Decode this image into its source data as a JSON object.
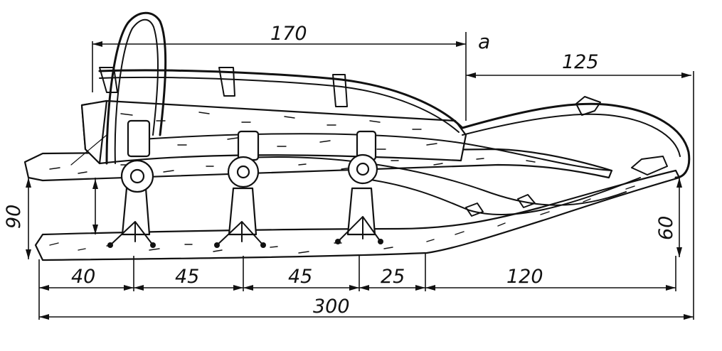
{
  "dimensions": {
    "top_length": "170",
    "top_marker": "a",
    "front_length": "125",
    "height_rear": "90",
    "height_front": "60",
    "seg_1": "40",
    "seg_2": "45",
    "seg_3": "45",
    "seg_4": "25",
    "seg_5": "120",
    "total_length": "300"
  }
}
